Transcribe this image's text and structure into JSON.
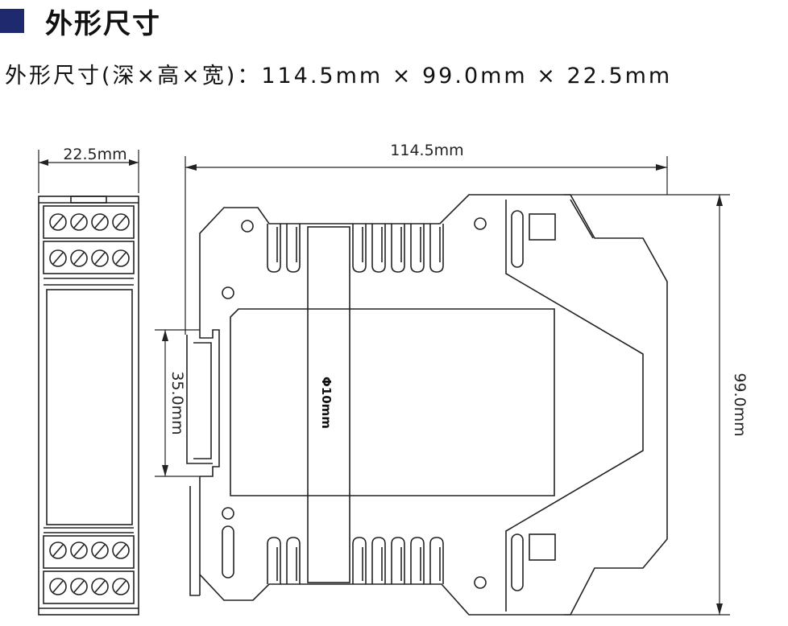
{
  "header": {
    "title": "外形尺寸",
    "accent_color": "#1f2a6e"
  },
  "spec": {
    "text": "外形尺寸(深×高×宽)：114.5mm × 99.0mm × 22.5mm"
  },
  "dimensions": {
    "width_label": "22.5mm",
    "depth_label": "114.5mm",
    "height_label": "99.0mm",
    "rail_label": "35.0mm",
    "hole_label": "Φ10mm"
  }
}
